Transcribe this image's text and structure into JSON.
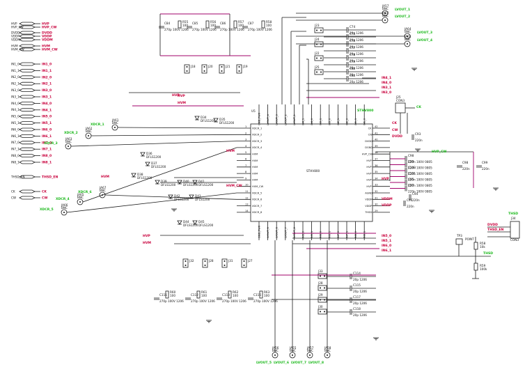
{
  "colors": {
    "wire": "#1a1a1a",
    "net": "#a0006a",
    "power_label": "#c8003c",
    "green_label": "#18b818",
    "background": "#ffffff"
  },
  "left_ports": {
    "power": [
      "HVP",
      "HVP_CW",
      "DVDD",
      "VDDP",
      "VDDM",
      "HVM",
      "HVM_CW"
    ],
    "inputs": [
      "IN1_0",
      "IN1_1",
      "IN2_0",
      "IN2_1",
      "IN3_0",
      "IN3_1",
      "IN4_0",
      "IN4_1",
      "IN5_0",
      "IN5_1",
      "IN6_0",
      "IN6_1",
      "IN7_0",
      "IN7_1",
      "IN8_0",
      "IN8_1"
    ],
    "control": [
      "THSD_EN",
      "CK",
      "CW"
    ]
  },
  "chip": {
    "ref": "U5",
    "part": "STHV800",
    "part_green": "STHV800",
    "left_pins": [
      {
        "n": "1",
        "name": "XDCR_1"
      },
      {
        "n": "2",
        "name": "XDCR_2"
      },
      {
        "n": "3",
        "name": "XDCR_3"
      },
      {
        "n": "4",
        "name": "XDCR_4"
      },
      {
        "n": "5",
        "name": "HVM"
      },
      {
        "n": "6",
        "name": "HVM"
      },
      {
        "n": "7",
        "name": "HVM"
      },
      {
        "n": "8",
        "name": "HVM"
      },
      {
        "n": "9",
        "name": "HVM"
      },
      {
        "n": "10",
        "name": "HVM_CW"
      },
      {
        "n": "11",
        "name": "XDCR_5"
      },
      {
        "n": "12",
        "name": "XDCR_6"
      },
      {
        "n": "13",
        "name": "XDCR_7"
      },
      {
        "n": "14",
        "name": "XDCR_8"
      }
    ],
    "right_pins": [
      {
        "n": "42",
        "name": "CK"
      },
      {
        "n": "41",
        "name": "CW"
      },
      {
        "n": "40",
        "name": "DVDD"
      },
      {
        "n": "39",
        "name": "DGND"
      },
      {
        "n": "38",
        "name": "HVP_CW"
      },
      {
        "n": "37",
        "name": "HVP"
      },
      {
        "n": "36",
        "name": "HVP"
      },
      {
        "n": "35",
        "name": "HVP"
      },
      {
        "n": "34",
        "name": "HVP"
      },
      {
        "n": "33",
        "name": "HVP"
      },
      {
        "n": "32",
        "name": "AGND"
      },
      {
        "n": "31",
        "name": "VDDM"
      },
      {
        "n": "30",
        "name": "VDDP"
      },
      {
        "n": "29",
        "name": "THSD"
      }
    ],
    "top_pins": [
      "GND_PWR",
      "LVOUT_4",
      "LVOUT_3",
      "LVOUT_2",
      "LVOUT_1",
      "IN4_1",
      "IN4_0",
      "IN3_1",
      "IN3_0",
      "IN2_1",
      "IN2_0",
      "IN1_1",
      "IN1_0"
    ],
    "bottom_pins": [
      "GND_PWR",
      "LVOUT_5",
      "LVOUT_6",
      "LVOUT_7",
      "LVOUT_8",
      "IN5_0",
      "IN5_1",
      "IN6_0",
      "IN6_1",
      "IN7_0",
      "IN7_1",
      "IN8_0",
      "IN8_1"
    ]
  },
  "top_connectors": [
    {
      "ref": "JA57",
      "type": "BNC",
      "net": "LVOUT_1"
    },
    {
      "ref": "JA52",
      "type": "BNC",
      "net": "LVOUT_2"
    },
    {
      "ref": "JA64",
      "type": "BNC",
      "net": "LVOUT_3"
    },
    {
      "ref": "JA63",
      "type": "BNC",
      "net": "LVOUT_4"
    }
  ],
  "bottom_connectors": [
    {
      "ref": "JA56",
      "type": "BNC",
      "net": "LVOUT_5"
    },
    {
      "ref": "JA55",
      "type": "BNC",
      "net": "LVOUT_6"
    },
    {
      "ref": "JA57",
      "type": "BNC",
      "net": "LVOUT_7"
    },
    {
      "ref": "JA58",
      "type": "BNC",
      "net": "LVOUT_8"
    }
  ],
  "xdcr_connectors": [
    {
      "ref": "JA61",
      "type": "BNC",
      "net": "XDCR_1"
    },
    {
      "ref": "JA62",
      "type": "BNC",
      "net": "XDCR_2"
    },
    {
      "ref": "JA63",
      "type": "BNC",
      "net": "XDCR_3"
    },
    {
      "ref": "JA65",
      "type": "BNC",
      "net": "XDCR_4"
    },
    {
      "ref": "JA66",
      "type": "BNC",
      "net": "XDCR_5"
    },
    {
      "ref": "JA67",
      "type": "BNC",
      "net": "XDCR_6"
    }
  ],
  "jumpers_top": [
    "J18",
    "J20",
    "J21",
    "J19"
  ],
  "jumpers_bottom": [
    "J32",
    "J28",
    "J31",
    "J27"
  ],
  "jumpers_right_top": [
    "J23",
    "J24",
    "J22",
    "J25"
  ],
  "jumpers_right_bottom": [
    "J33",
    "J28",
    "J29",
    "J30"
  ],
  "capacitors_top": [
    "C84",
    "C85",
    "C86",
    "C87"
  ],
  "cap_value_top": "270p 100V 1206",
  "cap_value_small": "20p 1206",
  "cap_value_hvp": "220n 100V 0805",
  "resistors_top": [
    "R55",
    "R56",
    "R57",
    "R58"
  ],
  "resistor_value": "100",
  "diode_part": "DFLS1200",
  "diodes": [
    "D34",
    "D35",
    "D36",
    "D37",
    "D38",
    "D39",
    "D40",
    "D41",
    "D42",
    "D43",
    "D44",
    "D45"
  ],
  "right_caps": [
    "C74",
    "C75",
    "C76",
    "C77",
    "C78",
    "C79",
    "C80",
    "C81"
  ],
  "right_bottom_caps": [
    "C114",
    "C115",
    "C117",
    "C118"
  ],
  "hvp_caps": [
    "C98",
    "C99",
    "C100",
    "C101",
    "C95",
    "C97"
  ],
  "misc_caps": [
    "C93",
    "C94",
    "C96"
  ],
  "cap_220n": "220n",
  "clock_connector": {
    "ref": "J25",
    "part": "CON3",
    "label": "CK"
  },
  "thsd_connector": {
    "ref": "J34",
    "part": "CON3",
    "label": "THSD",
    "label2": "THSD_EN"
  },
  "testpoint": {
    "ref": "TP3",
    "label": "POINT"
  },
  "thsd_resistors": [
    {
      "ref": "R58",
      "value": "10k"
    },
    {
      "ref": "R59",
      "value": "100k"
    }
  ],
  "labels_green": {
    "thsd": "THSD",
    "dvdd_out": "DVDD"
  }
}
